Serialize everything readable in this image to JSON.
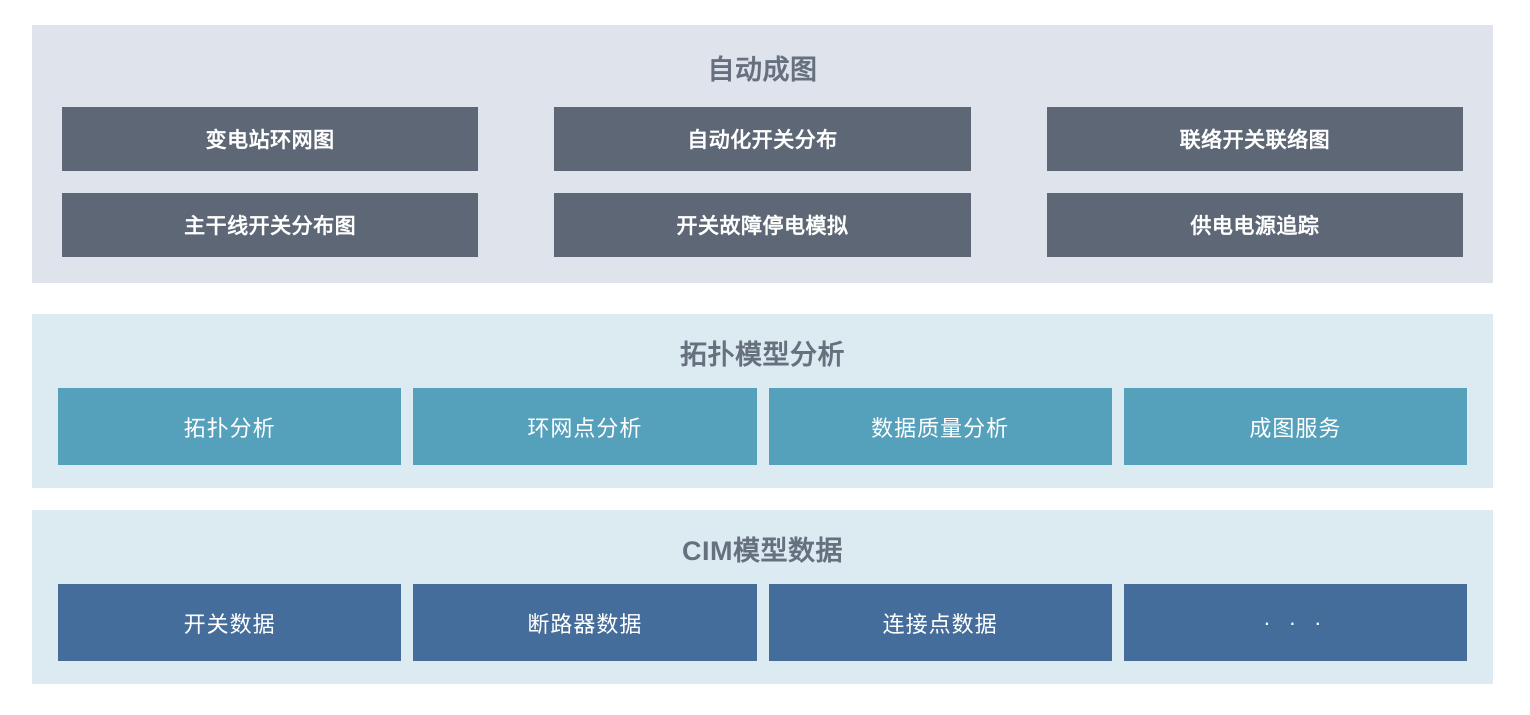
{
  "sections": [
    {
      "id": "auto-mapping",
      "title": "自动成图",
      "panel_color": "#dfe3ec",
      "button_color": "#5d6775",
      "title_color": "#66707f",
      "columns": 3,
      "buttons": [
        {
          "label": "变电站环网图"
        },
        {
          "label": "自动化开关分布"
        },
        {
          "label": "联络开关联络图"
        },
        {
          "label": "主干线开关分布图"
        },
        {
          "label": "开关故障停电模拟"
        },
        {
          "label": "供电电源追踪"
        }
      ]
    },
    {
      "id": "topology-model-analysis",
      "title": "拓扑模型分析",
      "panel_color": "#dcebf1",
      "button_color": "#55a0bb",
      "title_color": "#66707f",
      "columns": 4,
      "buttons": [
        {
          "label": "拓扑分析"
        },
        {
          "label": "环网点分析"
        },
        {
          "label": "数据质量分析"
        },
        {
          "label": "成图服务"
        }
      ]
    },
    {
      "id": "cim-model-data",
      "title": "CIM模型数据",
      "panel_color": "#dcebf1",
      "button_color": "#456d9b",
      "title_color": "#66707f",
      "columns": 4,
      "buttons": [
        {
          "label": "开关数据"
        },
        {
          "label": "断路器数据"
        },
        {
          "label": "连接点数据"
        },
        {
          "label": "· · ·"
        }
      ]
    }
  ]
}
